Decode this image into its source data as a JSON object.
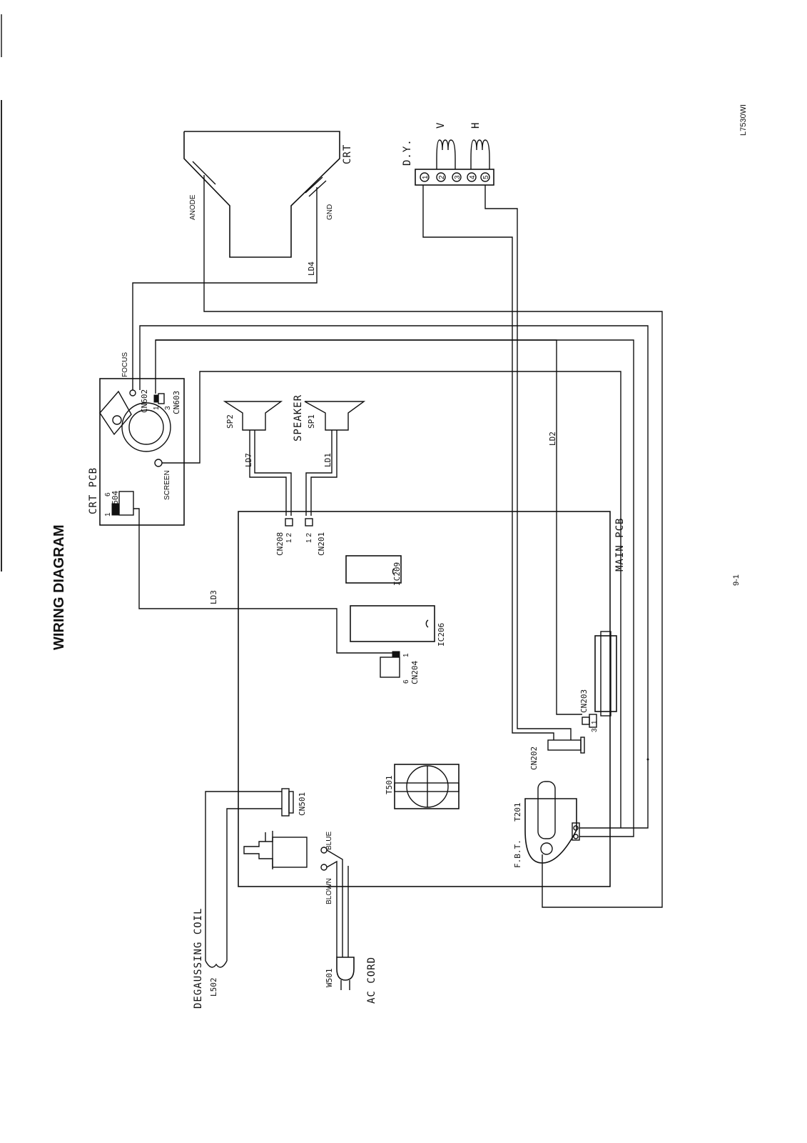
{
  "title": "WIRING DIAGRAM",
  "model": "L7530WI",
  "page_number": "9-1",
  "boards": {
    "crt_pcb": "CRT PCB",
    "main_pcb": "MAIN PCB"
  },
  "components": {
    "crt": "CRT",
    "anode": "ANODE",
    "gnd": "GND",
    "dy": "D.Y.",
    "dy_v": "V",
    "dy_h": "H",
    "speaker": "SPEAKER",
    "sp1": "SP1",
    "sp2": "SP2",
    "focus": "FOCUS",
    "screen": "SCREEN",
    "degaussing_coil": "DEGAUSSING COIL",
    "l502": "L502",
    "ac_cord": "AC CORD",
    "w501": "W501",
    "blown": "BLOWN",
    "blue": "BLUE",
    "t501": "T501",
    "fbt": "F.B.T.",
    "t201": "T201",
    "ic209": "IC209",
    "ic206": "IC206"
  },
  "connectors": {
    "cn602": "CN602",
    "cn603": "CN603",
    "cn604": "CN604",
    "cn208": "CN208",
    "cn201": "CN201",
    "cn204": "CN204",
    "cn203": "CN203",
    "cn202": "CN202",
    "cn501": "CN501"
  },
  "pins": {
    "cn603_1": "1",
    "cn603_3": "3",
    "cn604_6": "6",
    "cn604_1": "1",
    "cn208_pins": "1 2",
    "cn201_pins": "1 2",
    "cn204_1": "1",
    "cn204_6": "6",
    "cn203_3": "3",
    "cn203_1": "1",
    "dy_1": "1",
    "dy_2": "2",
    "dy_3": "3",
    "dy_4": "4",
    "dy_5": "5"
  },
  "wires": {
    "ld1": "LD1",
    "ld2": "LD2",
    "ld3": "LD3",
    "ld4": "LD4",
    "ld7": "LD7"
  }
}
